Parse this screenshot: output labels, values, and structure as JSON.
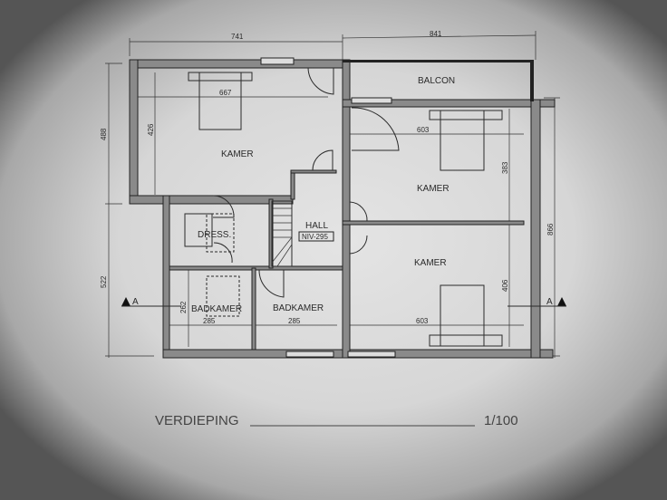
{
  "plan": {
    "dimensions": {
      "top_left": "741",
      "top_right": "841",
      "left_upper": "488",
      "left_lower": "522",
      "right_total": "866",
      "kamer1_width": "667",
      "kamer1_height": "426",
      "kamer2_width": "603",
      "kamer2_height": "383",
      "kamer3_width": "603",
      "kamer3_height": "406",
      "badkamer1_width": "285",
      "badkamer1_height": "262",
      "badkamer2_width": "285"
    },
    "rooms": {
      "balcon": "BALCON",
      "kamer1": "KAMER",
      "kamer2": "KAMER",
      "kamer3": "KAMER",
      "dress": "DRESS.",
      "hall": "HALL",
      "hall_level": "NIV-295",
      "badkamer1": "BADKAMER",
      "badkamer2": "BADKAMER"
    },
    "section_marks": {
      "left": "A",
      "right": "A"
    }
  },
  "footer": {
    "title": "VERDIEPING",
    "scale": "1/100"
  }
}
